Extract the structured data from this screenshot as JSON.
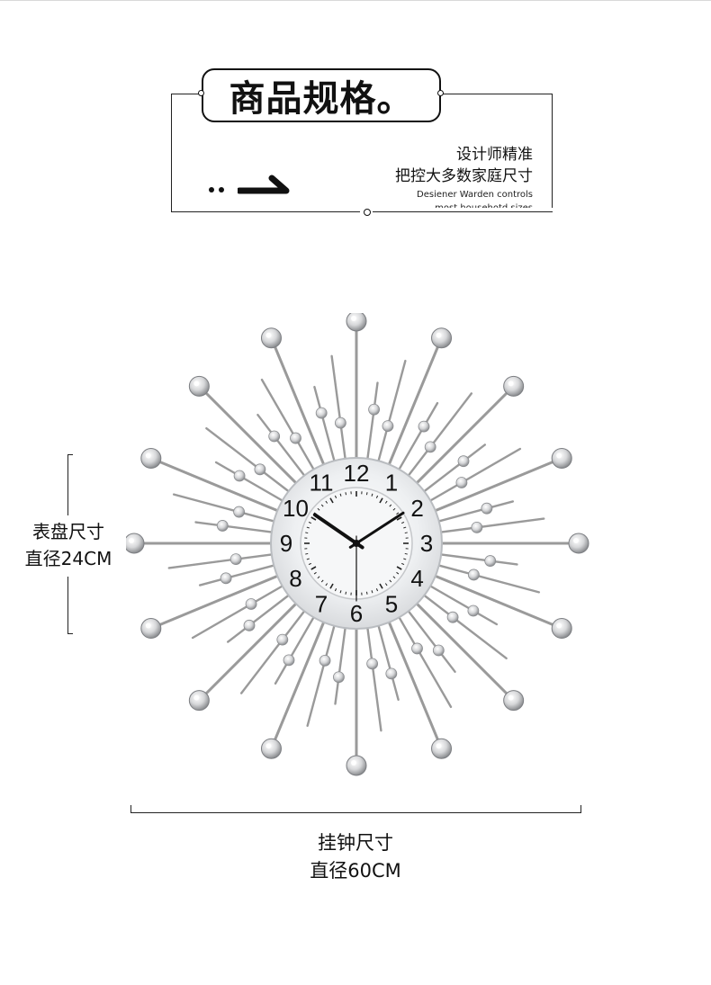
{
  "header": {
    "title": "商品规格。",
    "cn_lines": [
      "设计师精准",
      "把控大多数家庭尺寸"
    ],
    "en_lines": [
      "Desiener Warden controls",
      "most househotd sizes"
    ],
    "arrow_icon": "long-arrow-right-icon"
  },
  "clock": {
    "numbers": [
      "12",
      "1",
      "2",
      "3",
      "4",
      "5",
      "6",
      "7",
      "8",
      "9",
      "10",
      "11"
    ],
    "time": {
      "hour": 10,
      "minute": 9,
      "second": 30
    },
    "hand_color": "#111111",
    "face_color": "#f1f2f4",
    "rod_color": "#9a9a9a",
    "crystal_icon": "crystal-gem-icon"
  },
  "dimensions": {
    "dial_label": [
      "表盘尺寸",
      "直径24CM"
    ],
    "clock_label": [
      "挂钟尺寸",
      "直径60CM"
    ]
  }
}
